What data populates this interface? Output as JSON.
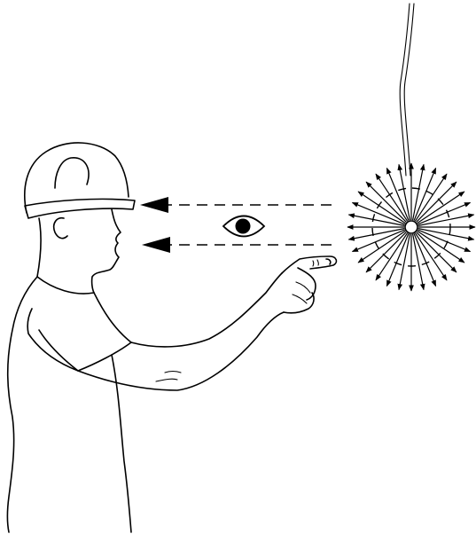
{
  "figure": {
    "subject": "worker-pointing-at-radiating-source",
    "line_color": "#000000",
    "background": "#ffffff"
  },
  "source": {
    "ray_count": 32,
    "dashed_ring": true,
    "suspended_by_cable": true
  },
  "sight_lines": {
    "count": 2,
    "style": "dashed",
    "direction": "toward-worker"
  },
  "icons": [
    "hard-hat-icon",
    "eye-icon"
  ]
}
